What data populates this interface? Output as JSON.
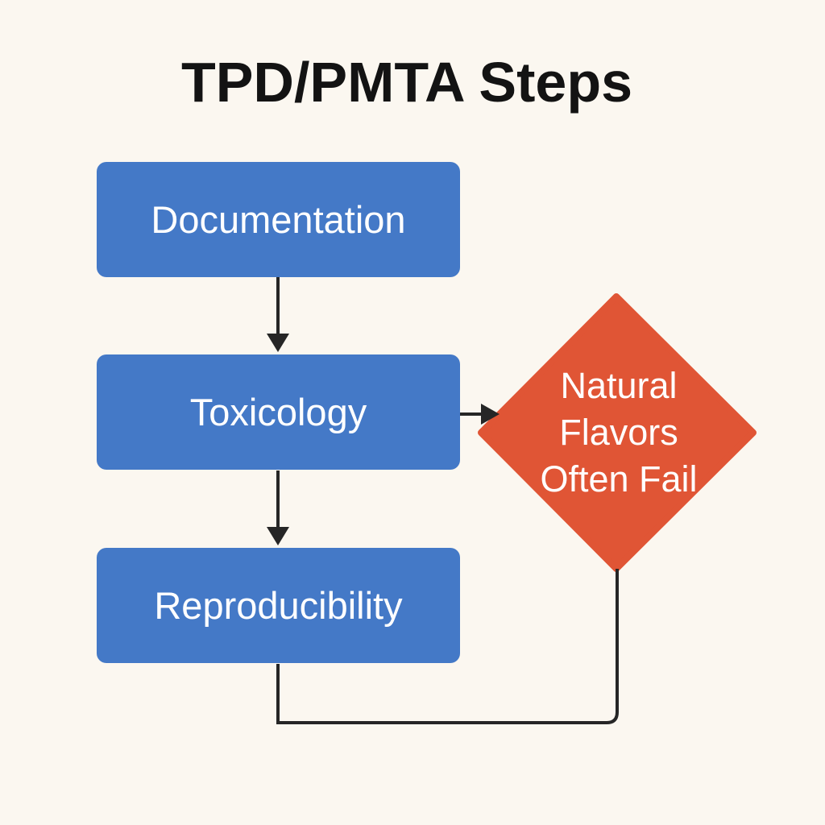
{
  "title": "TPD/PMTA Steps",
  "steps": [
    {
      "label": "Documentation"
    },
    {
      "label": "Toxicology"
    },
    {
      "label": "Reproducibility"
    }
  ],
  "decision": {
    "lines": [
      "Natural",
      "Flavors",
      "Often Fail"
    ]
  },
  "colors": {
    "background": "#fbf7f0",
    "step_fill": "#4479c7",
    "decision_fill": "#e05535",
    "connector": "#262626",
    "title": "#131313"
  }
}
